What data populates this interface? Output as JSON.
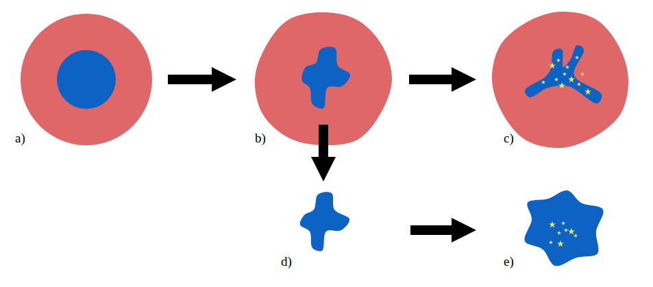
{
  "diagram": {
    "nodes": [
      {
        "text": [
          "a)"
        ]
      },
      {
        "text": [
          "b)"
        ]
      },
      {
        "text": [
          "c)"
        ]
      },
      {
        "text": [
          "d)"
        ]
      },
      {
        "text": [
          "e)"
        ]
      }
    ],
    "edges": [
      {
        "from": 0,
        "to": 1,
        "arrow": "to"
      },
      {
        "from": 1,
        "to": 2,
        "arrow": "to"
      },
      {
        "from": 1,
        "to": 3,
        "arrow": "to"
      },
      {
        "from": 3,
        "to": 4,
        "arrow": "to"
      }
    ]
  }
}
